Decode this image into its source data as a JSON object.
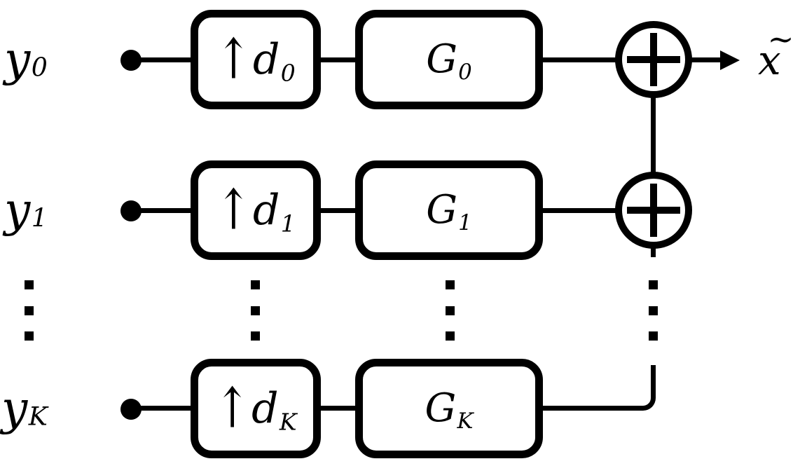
{
  "rows": [
    {
      "input": {
        "base": "y",
        "sub": "0"
      },
      "upsampler": {
        "arrow": "↑",
        "base": "d",
        "sub": "0"
      },
      "filter": {
        "base": "G",
        "sub": "0"
      }
    },
    {
      "input": {
        "base": "y",
        "sub": "1"
      },
      "upsampler": {
        "arrow": "↑",
        "base": "d",
        "sub": "1"
      },
      "filter": {
        "base": "G",
        "sub": "1"
      }
    },
    {
      "input": {
        "base": "y",
        "sub": "K"
      },
      "upsampler": {
        "arrow": "↑",
        "base": "d",
        "sub": "K"
      },
      "filter": {
        "base": "G",
        "sub": "K"
      }
    }
  ],
  "output": {
    "base": "x",
    "accent": "~"
  },
  "icons": {
    "adder": "plus-in-circle",
    "input_node": "filled-dot",
    "output_arrow": "right-arrowhead",
    "omitted_rows": "vertical-ellipsis"
  },
  "colors": {
    "foreground": "#000000",
    "background": "#ffffff"
  }
}
